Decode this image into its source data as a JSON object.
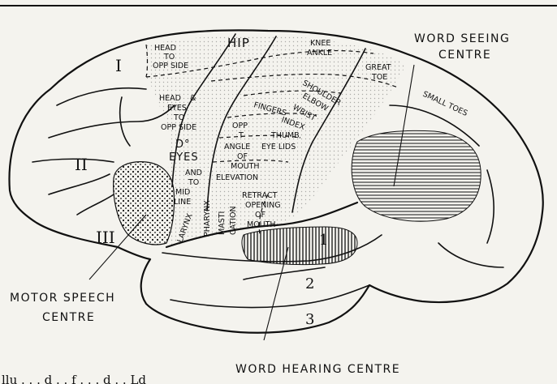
{
  "callouts": {
    "word_seeing": [
      "WORD SEEING",
      "CENTRE"
    ],
    "motor_speech": [
      "MOTOR SPEECH",
      "CENTRE"
    ],
    "word_hearing": "WORD HEARING CENTRE"
  },
  "roman_numerals": [
    "I",
    "II",
    "III"
  ],
  "gyrus_numbers": [
    "1",
    "2",
    "3"
  ],
  "regions": {
    "head_opp_side": [
      "HEAD",
      "TO",
      "OPP SIDE"
    ],
    "hip": "HIP",
    "knee_ankle": [
      "KNEE",
      "ANKLE"
    ],
    "great_toe": [
      "GREAT",
      "TOE"
    ],
    "small_toes": "SMALL TOES",
    "shoulder": "SHOULDER",
    "elbow": "ELBOW",
    "wrist": "WRIST",
    "fingers": "FINGERS",
    "index": "INDEX",
    "thumb": "THUMB",
    "eye_lids": "EYE LIDS",
    "head_eyes": [
      "HEAD",
      "&",
      "EYES",
      "TO",
      "OPP SIDE"
    ],
    "do_eyes": [
      "D°",
      "EYES"
    ],
    "and_to_mid_line": [
      "AND",
      "TO",
      "MID",
      "LINE"
    ],
    "opp_angle_mouth": [
      "OPP",
      "T",
      "ANGLE",
      "OF",
      "MOUTH"
    ],
    "elevation": "ELEVATION",
    "retract": [
      "RETRACT",
      "OPENING",
      "OF",
      "MOUTH"
    ],
    "larynx": "LARYNX",
    "pharynx": "PHARYNX",
    "masti": "MASTI",
    "cation": "CATION"
  },
  "caption_fragment": "llu . . . d . . f . . . d . . Ld"
}
